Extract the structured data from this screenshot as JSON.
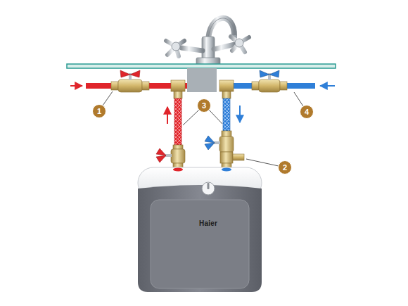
{
  "diagram": {
    "labels": [
      "3",
      "1",
      "4",
      "2",
      "Haier"
    ]
  }
}
